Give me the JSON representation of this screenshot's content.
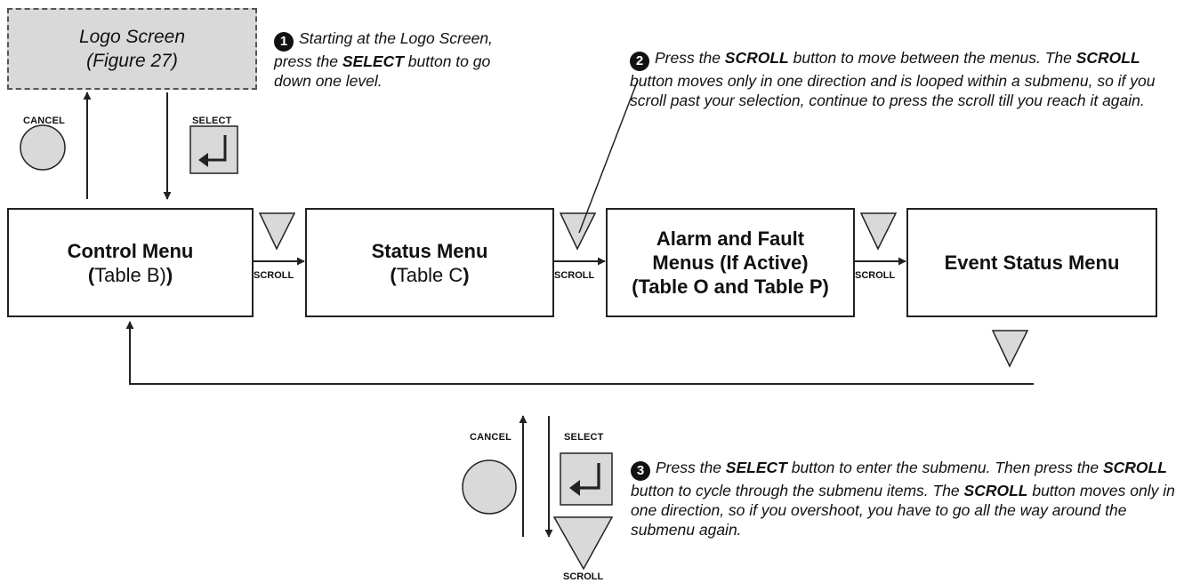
{
  "logo_screen": {
    "line1": "Logo Screen",
    "line2": "(Figure 27)"
  },
  "buttons": {
    "cancel": "CANCEL",
    "select": "SELECT",
    "scroll": "SCROLL"
  },
  "step1": {
    "number": "1",
    "pre": "Starting at the Logo Screen, press the ",
    "bold": "SELECT",
    "post": " button to go down one level."
  },
  "step2": {
    "number": "2",
    "t1": "Press the ",
    "b1": "SCROLL",
    "t2": " button to move between the menus. The ",
    "b2": "SCROLL",
    "t3": " button moves only in one direction and is looped within a submenu, so if you scroll past your selection, continue to press the scroll till you reach it again."
  },
  "step3": {
    "number": "3",
    "t1": "Press the ",
    "b1": "SELECT",
    "t2": " button to enter the submenu. Then press the ",
    "b2": "SCROLL",
    "t3": " button to cycle through the submenu items. The ",
    "b3": "SCROLL",
    "t4": " button moves only in one direction, so if you overshoot, you have to go all the way around the submenu again."
  },
  "menus": {
    "control": {
      "title": "Control Menu",
      "ref_open": "(",
      "ref_text": "Table B)",
      "ref_close": ")"
    },
    "status": {
      "title": "Status Menu",
      "ref_open": "(",
      "ref_text": "Table C",
      "ref_close": ")"
    },
    "alarm": {
      "line1": "Alarm and Fault",
      "line2": "Menus (If Active)",
      "line3": "(Table O and Table P)"
    },
    "event": {
      "title": "Event Status Menu"
    }
  },
  "colors": {
    "button_fill": "#d9d9d9",
    "line": "#222222",
    "logo_fill": "#d9d9d9"
  }
}
